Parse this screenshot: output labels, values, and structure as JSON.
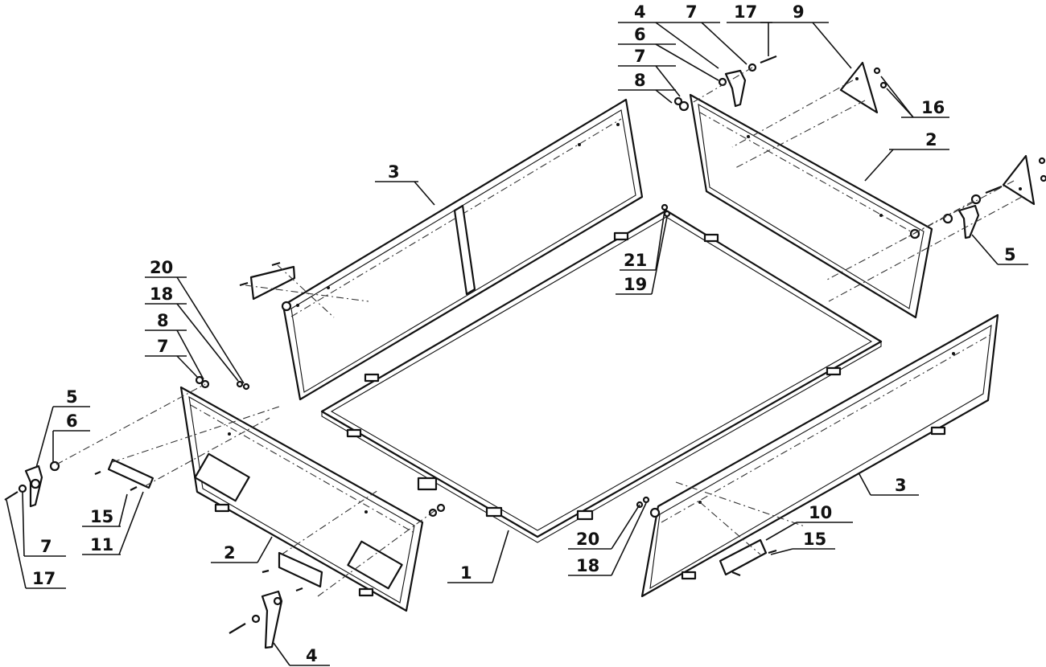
{
  "callouts": [
    {
      "id": "c-4-top",
      "text": "4"
    },
    {
      "id": "c-7-top",
      "text": "7"
    },
    {
      "id": "c-17-top",
      "text": "17"
    },
    {
      "id": "c-9",
      "text": "9"
    },
    {
      "id": "c-6-top",
      "text": "6"
    },
    {
      "id": "c-7-top2",
      "text": "7"
    },
    {
      "id": "c-8-top",
      "text": "8"
    },
    {
      "id": "c-16",
      "text": "16"
    },
    {
      "id": "c-2-right",
      "text": "2"
    },
    {
      "id": "c-3-top",
      "text": "3"
    },
    {
      "id": "c-5-right",
      "text": "5"
    },
    {
      "id": "c-21",
      "text": "21"
    },
    {
      "id": "c-19",
      "text": "19"
    },
    {
      "id": "c-20-left",
      "text": "20"
    },
    {
      "id": "c-18-left",
      "text": "18"
    },
    {
      "id": "c-8-left",
      "text": "8"
    },
    {
      "id": "c-7-left",
      "text": "7"
    },
    {
      "id": "c-5-left",
      "text": "5"
    },
    {
      "id": "c-6-left",
      "text": "6"
    },
    {
      "id": "c-15-left",
      "text": "15"
    },
    {
      "id": "c-11",
      "text": "11"
    },
    {
      "id": "c-7-bottom",
      "text": "7"
    },
    {
      "id": "c-17-bottom",
      "text": "17"
    },
    {
      "id": "c-2-bottom",
      "text": "2"
    },
    {
      "id": "c-1",
      "text": "1"
    },
    {
      "id": "c-3-right",
      "text": "3"
    },
    {
      "id": "c-10",
      "text": "10"
    },
    {
      "id": "c-15-right",
      "text": "15"
    },
    {
      "id": "c-20-right",
      "text": "20"
    },
    {
      "id": "c-18-right",
      "text": "18"
    },
    {
      "id": "c-4-bottom",
      "text": "4"
    }
  ]
}
